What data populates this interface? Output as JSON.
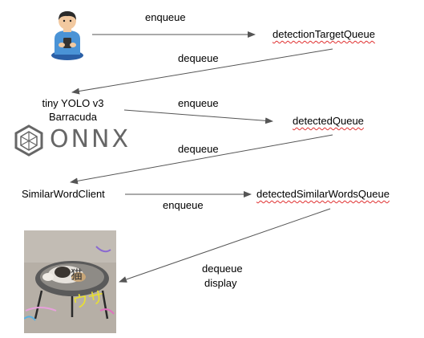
{
  "nodes": {
    "detection_target_queue": "detectionTargetQueue",
    "tiny_yolo": "tiny YOLO v3",
    "barracuda": "Barracuda",
    "onnx_logo": "ONNX",
    "detected_queue": "detectedQueue",
    "similar_word_client": "SimilarWordClient",
    "detected_similar_words_queue": "detectedSimilarWordsQueue"
  },
  "edges": {
    "e1": "enqueue",
    "e2": "dequeue",
    "e3": "enqueue",
    "e4": "dequeue",
    "e5": "enqueue",
    "e6_line1": "dequeue",
    "e6_line2": "display"
  },
  "photo_overlay": {
    "word_cat": "猫",
    "word_rabbit": "ウサ"
  },
  "colors": {
    "arrow": "#555555",
    "spellcheck_underline": "#e03030"
  },
  "icons": [
    "user-with-phone-icon",
    "onnx-logo-icon",
    "cat-photo"
  ]
}
